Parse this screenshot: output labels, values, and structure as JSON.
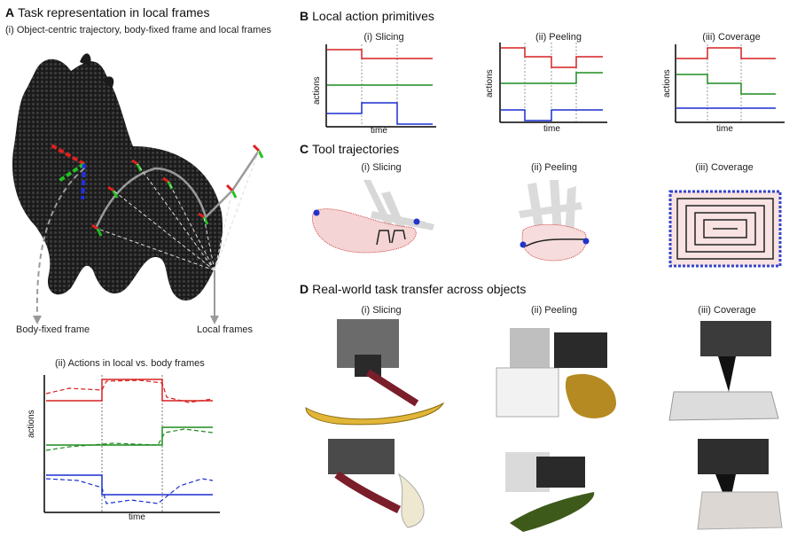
{
  "panelA": {
    "letter": "A",
    "title": "Task representation in local frames",
    "subtitle_i": "(i) Object-centric trajectory, body-fixed frame and  local frames",
    "body_fixed_label": "Body-fixed frame",
    "local_frames_label": "Local frames",
    "subtitle_ii": "(ii) Actions in local vs. body frames",
    "ylabel": "actions",
    "xlabel": "time"
  },
  "panelB": {
    "letter": "B",
    "title": "Local action primitives",
    "sub_i": "(i) Slicing",
    "sub_ii": "(ii) Peeling",
    "sub_iii": "(iii) Coverage",
    "ylabel": "actions",
    "xlabel": "time"
  },
  "panelC": {
    "letter": "C",
    "title": "Tool trajectories",
    "sub_i": "(i) Slicing",
    "sub_ii": "(ii) Peeling",
    "sub_iii": "(iii) Coverage"
  },
  "panelD": {
    "letter": "D",
    "title": "Real-world task transfer across objects",
    "sub_i": "(i) Slicing",
    "sub_ii": "(ii) Peeling",
    "sub_iii": "(iii) Coverage"
  },
  "colors": {
    "red": "#d62020",
    "green": "#1e8c1e",
    "blue": "#1a2fd0"
  }
}
